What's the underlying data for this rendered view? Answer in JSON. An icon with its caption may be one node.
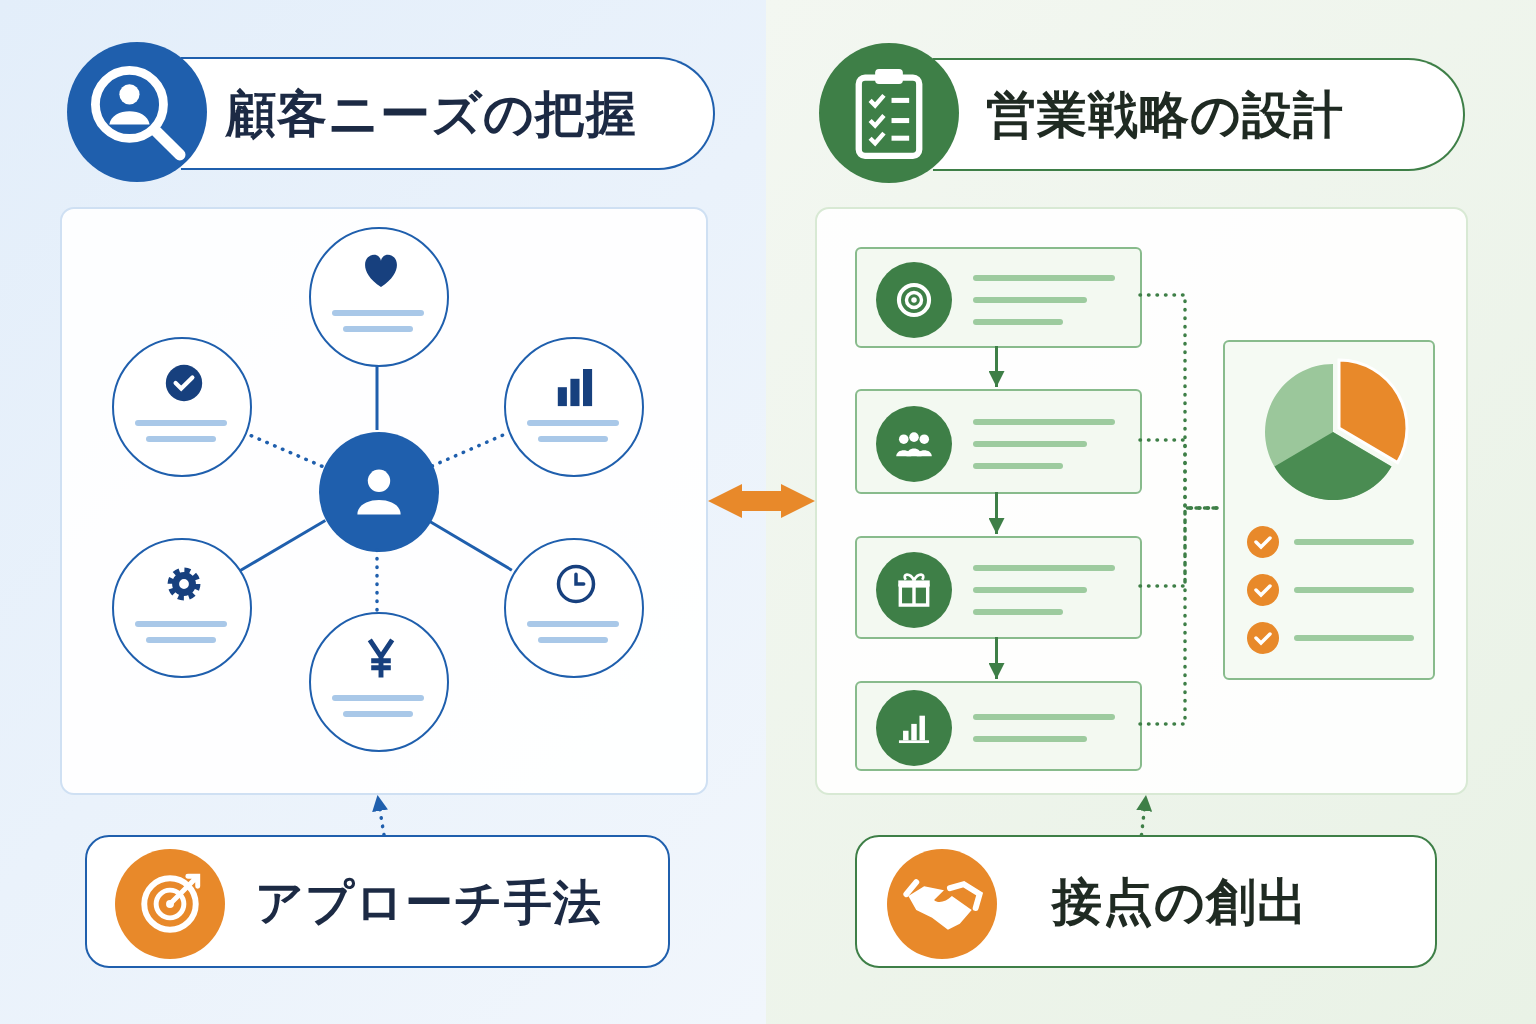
{
  "diagram": {
    "nodes": [
      {
        "text": [
          "顧客ニーズの把握"
        ]
      },
      {
        "text": [
          "営業戦略の設計"
        ]
      },
      {
        "text": [],
        "shape": "box"
      },
      {
        "text": [],
        "shape": "circle",
        "in": 2
      },
      {
        "text": [],
        "shape": "circle",
        "in": 2
      },
      {
        "text": [],
        "shape": "circle",
        "in": 2
      },
      {
        "text": [],
        "shape": "circle",
        "in": 2
      },
      {
        "text": [],
        "shape": "circle",
        "in": 2
      },
      {
        "text": [],
        "shape": "circle",
        "in": 2
      },
      {
        "text": [],
        "shape": "circle",
        "in": 2
      },
      {
        "text": [
          "アプローチ手法"
        ]
      },
      {
        "text": [],
        "shape": "box"
      },
      {
        "text": [],
        "shape": "box",
        "in": 11
      },
      {
        "text": [],
        "shape": "box",
        "in": 11
      },
      {
        "text": [],
        "shape": "box",
        "in": 11
      },
      {
        "text": [],
        "shape": "box",
        "in": 11
      },
      {
        "text": [],
        "shape": "box",
        "in": 11
      },
      {
        "text": [
          "接点の創出"
        ]
      }
    ],
    "edges": [
      {
        "from": 3,
        "to": 4,
        "arrow": "none",
        "color": "#1f5fad"
      },
      {
        "from": 3,
        "to": 6,
        "arrow": "none",
        "style": "dashed",
        "color": "#1f5fad"
      },
      {
        "from": 3,
        "to": 8,
        "arrow": "none",
        "color": "#1f5fad"
      },
      {
        "from": 3,
        "to": 9,
        "arrow": "none",
        "style": "dashed",
        "color": "#1f5fad"
      },
      {
        "from": 3,
        "to": 7,
        "arrow": "none",
        "color": "#1f5fad"
      },
      {
        "from": 3,
        "to": 5,
        "arrow": "none",
        "style": "dashed",
        "color": "#1f5fad"
      },
      {
        "from": 10,
        "to": 2,
        "arrow": "to",
        "style": "dashed",
        "color": "#1f5fad"
      },
      {
        "from": 2,
        "to": 11,
        "arrow": "both",
        "style": "thick",
        "color": "#e8892a"
      },
      {
        "from": 12,
        "to": 13,
        "arrow": "to"
      },
      {
        "from": 13,
        "to": 14,
        "arrow": "to"
      },
      {
        "from": 14,
        "to": 15,
        "arrow": "to"
      },
      {
        "from": 12,
        "to": 16,
        "arrow": "none",
        "style": "dashed"
      },
      {
        "from": 13,
        "to": 16,
        "arrow": "none",
        "style": "dashed"
      },
      {
        "from": 14,
        "to": 16,
        "arrow": "none",
        "style": "dashed"
      },
      {
        "from": 15,
        "to": 16,
        "arrow": "none",
        "style": "dashed"
      },
      {
        "from": 17,
        "to": 11,
        "arrow": "to",
        "style": "dashed"
      }
    ]
  }
}
